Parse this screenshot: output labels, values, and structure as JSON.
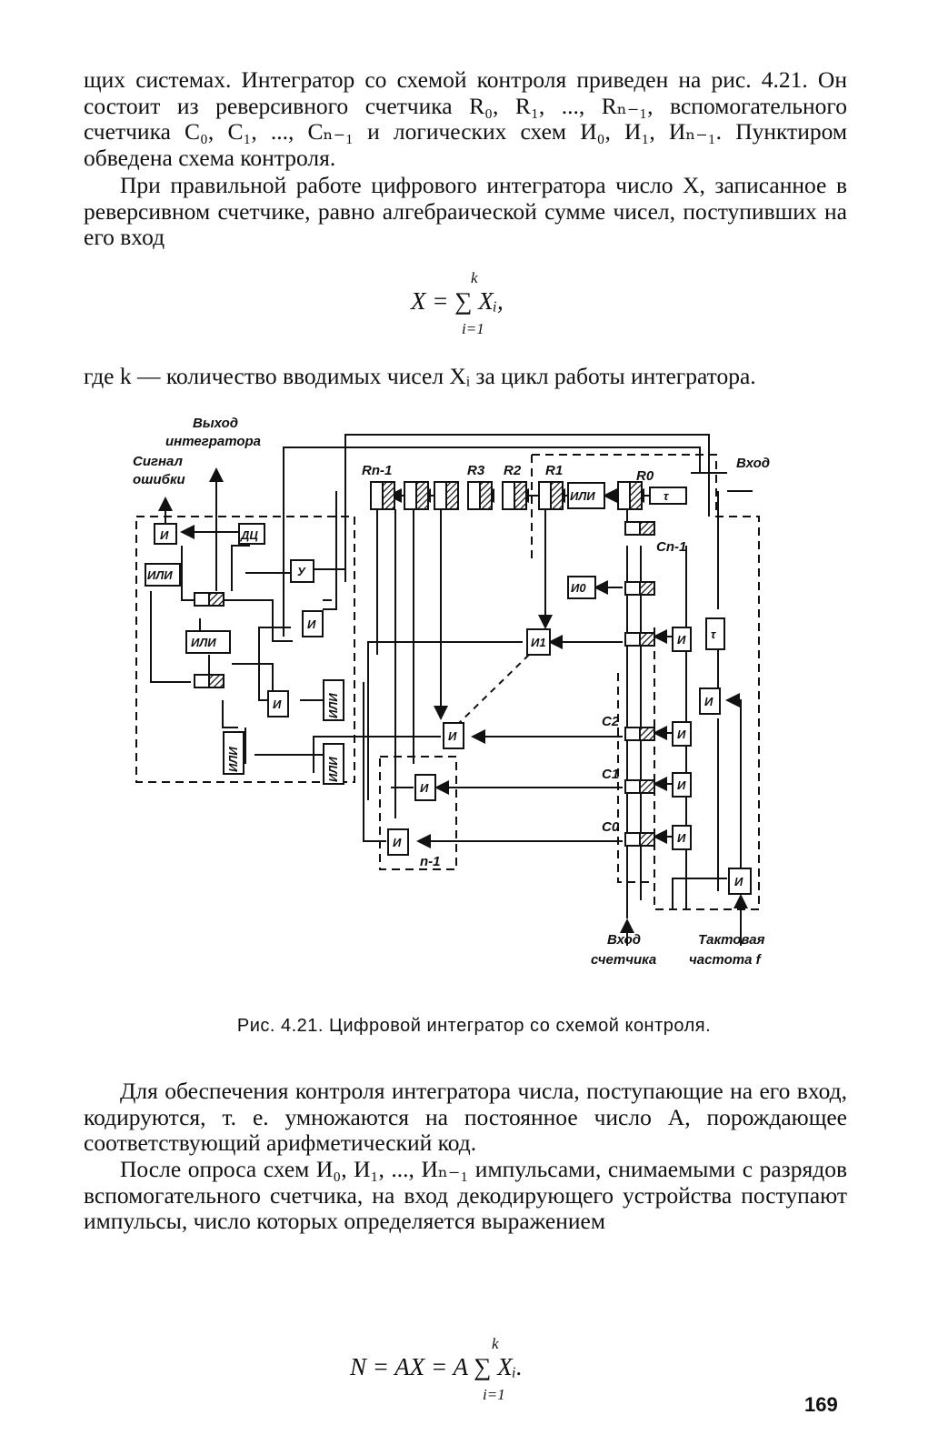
{
  "text": {
    "p1": "щих системах. Интегратор со схемой контроля приведен на рис. 4.21. Он состоит из реверсивного счетчика R₀, R₁, ..., Rₙ₋₁, вспомогательного счетчика C₀, C₁, ..., Cₙ₋₁ и логических схем И₀, И₁, Иₙ₋₁. Пунктиром обведена схема контроля.",
    "p2": "При правильной работе цифрового интегратора число X, записанное в реверсивном счетчике, равно алгебраической сумме чисел, поступивших на его вход",
    "formula1": "X = ∑ Xᵢ,",
    "formula1_upper": "k",
    "formula1_lower": "i=1",
    "p3": "где k — количество вводимых чисел Xᵢ за цикл работы интегратора.",
    "caption": "Рис. 4.21. Цифровой интегратор со схемой контроля.",
    "p4": "Для обеспечения контроля интегратора числа, поступающие на его вход, кодируются, т. е. умножаются на постоянное число A, порождающее соответствующий арифметический код.",
    "p5": "После опроса схем И₀, И₁, ..., Иₙ₋₁ импульсами, снимаемыми с разрядов вспомогательного счетчика, на вход декодирующего устройства поступают импульсы, число которых определяется выражением",
    "formula2": "N = AX = A ∑ Xᵢ.",
    "formula2_upper": "k",
    "formula2_lower": "i=1",
    "page_number": "169"
  },
  "diagram": {
    "out_integrator_1": "Выход",
    "out_integrator_2": "интегратора",
    "error_1": "Сигнал",
    "error_2": "ошибки",
    "input": "Вход",
    "counter_input_1": "Вход",
    "counter_input_2": "счетчика",
    "clock_1": "Тактовая",
    "clock_2": "частота f",
    "rn1": "Rn-1",
    "r3": "R3",
    "r2": "R2",
    "r1": "R1",
    "r0": "R0",
    "cn1": "Cn-1",
    "c2": "C2",
    "c1": "C1",
    "c0": "C0",
    "ili": "ИЛИ",
    "i": "И",
    "i0": "И0",
    "i1": "И1",
    "dc": "ДЦ",
    "u": "У",
    "tau": "τ",
    "n1": "n-1"
  }
}
